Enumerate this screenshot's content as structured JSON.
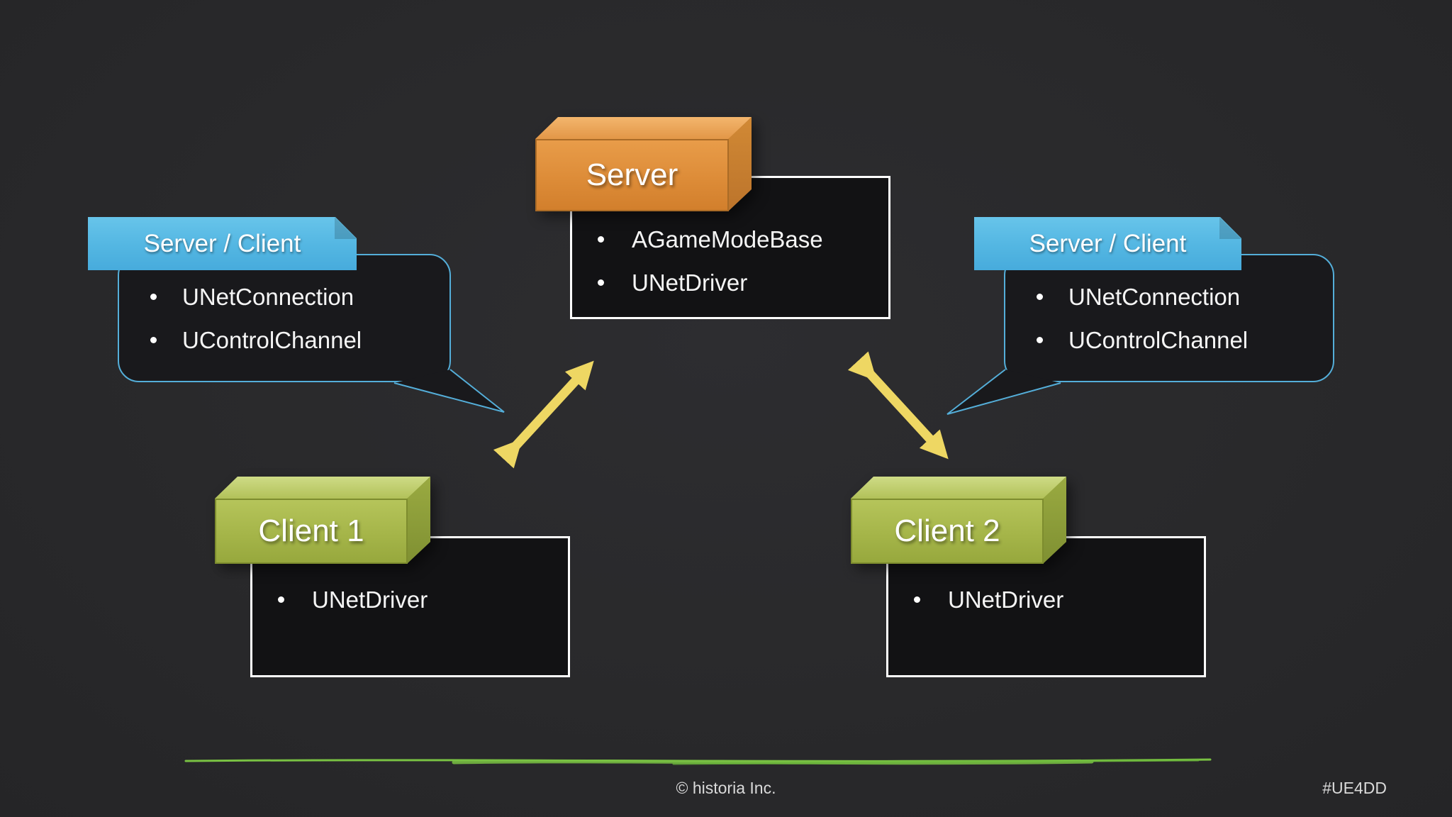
{
  "slide": {
    "background": "#2a2a2c",
    "footer": {
      "copyright": "© historia Inc.",
      "hashtag": "#UE4DD"
    }
  },
  "server": {
    "title": "Server",
    "items": [
      "AGameModeBase",
      "UNetDriver"
    ],
    "box_color": "#dd8c38"
  },
  "clients": [
    {
      "title": "Client 1",
      "items": [
        "UNetDriver"
      ],
      "box_color": "#a5b549"
    },
    {
      "title": "Client 2",
      "items": [
        "UNetDriver"
      ],
      "box_color": "#a5b549"
    }
  ],
  "callouts": [
    {
      "title": "Server / Client",
      "items": [
        "UNetConnection",
        "UControlChannel"
      ],
      "tab_color": "#53b6e2"
    },
    {
      "title": "Server / Client",
      "items": [
        "UNetConnection",
        "UControlChannel"
      ],
      "tab_color": "#53b6e2"
    }
  ],
  "connections": {
    "arrow_color": "#eed763",
    "style": "double-headed"
  },
  "decor": {
    "underline_color": "#79c143"
  }
}
